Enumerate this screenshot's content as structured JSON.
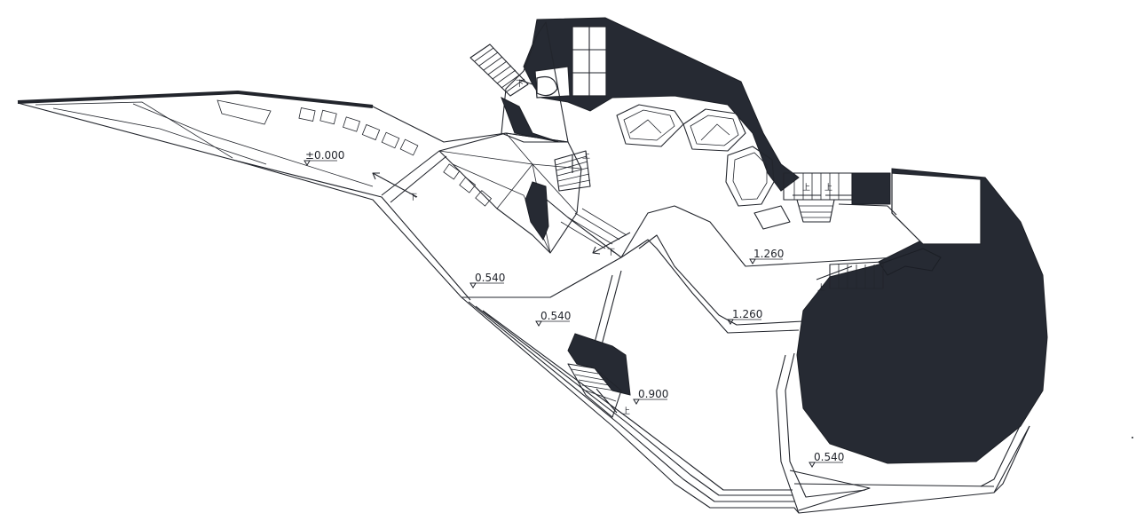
{
  "levels": {
    "l0": "±0.000",
    "l1": "0.540",
    "l2": "0.540",
    "l3": "1.260",
    "l4": "1.260",
    "l5": "0.900",
    "l6": "0.540"
  },
  "directions": {
    "down": "下",
    "up": "上"
  },
  "colors": {
    "ink": "#22252c",
    "fill": "#262a33",
    "paper": "#ffffff"
  }
}
